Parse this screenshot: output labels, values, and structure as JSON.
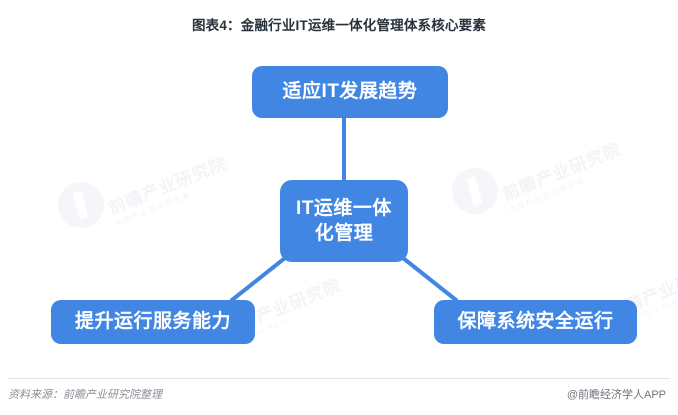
{
  "title": "图表4：金融行业IT运维一体化管理体系核心要素",
  "theme": {
    "node_fill": "#4286e3",
    "node_text": "#ffffff",
    "connector": "#4286e3",
    "title_color": "#28323c",
    "background": "#ffffff",
    "watermark_color": "#f2f4f7"
  },
  "diagram": {
    "type": "hub-and-spoke",
    "center": {
      "id": "center",
      "label": "IT运维一体化管理"
    },
    "spokes": [
      {
        "id": "top",
        "label": "适应IT发展趋势",
        "position": "top"
      },
      {
        "id": "left",
        "label": "提升运行服务能力",
        "position": "bottom-left"
      },
      {
        "id": "right",
        "label": "保障系统安全运行",
        "position": "bottom-right"
      }
    ],
    "connectors": [
      {
        "from": "center",
        "to": "top"
      },
      {
        "from": "center",
        "to": "left"
      },
      {
        "from": "center",
        "to": "right"
      }
    ]
  },
  "footer": {
    "source": "资料来源：前瞻产业研究院整理",
    "attribution": "@前瞻经济学人APP"
  },
  "watermarks": [
    {
      "text": "前瞻产业研究院",
      "sub": "中国产业咨询领导者"
    },
    {
      "text": "前瞻产业研究院",
      "sub": "400-639-9936"
    },
    {
      "text": "前瞻产业研究院",
      "sub": "中国产业咨询领导者"
    },
    {
      "text": "前瞻产业研究院",
      "sub": "400-639-9936"
    }
  ]
}
